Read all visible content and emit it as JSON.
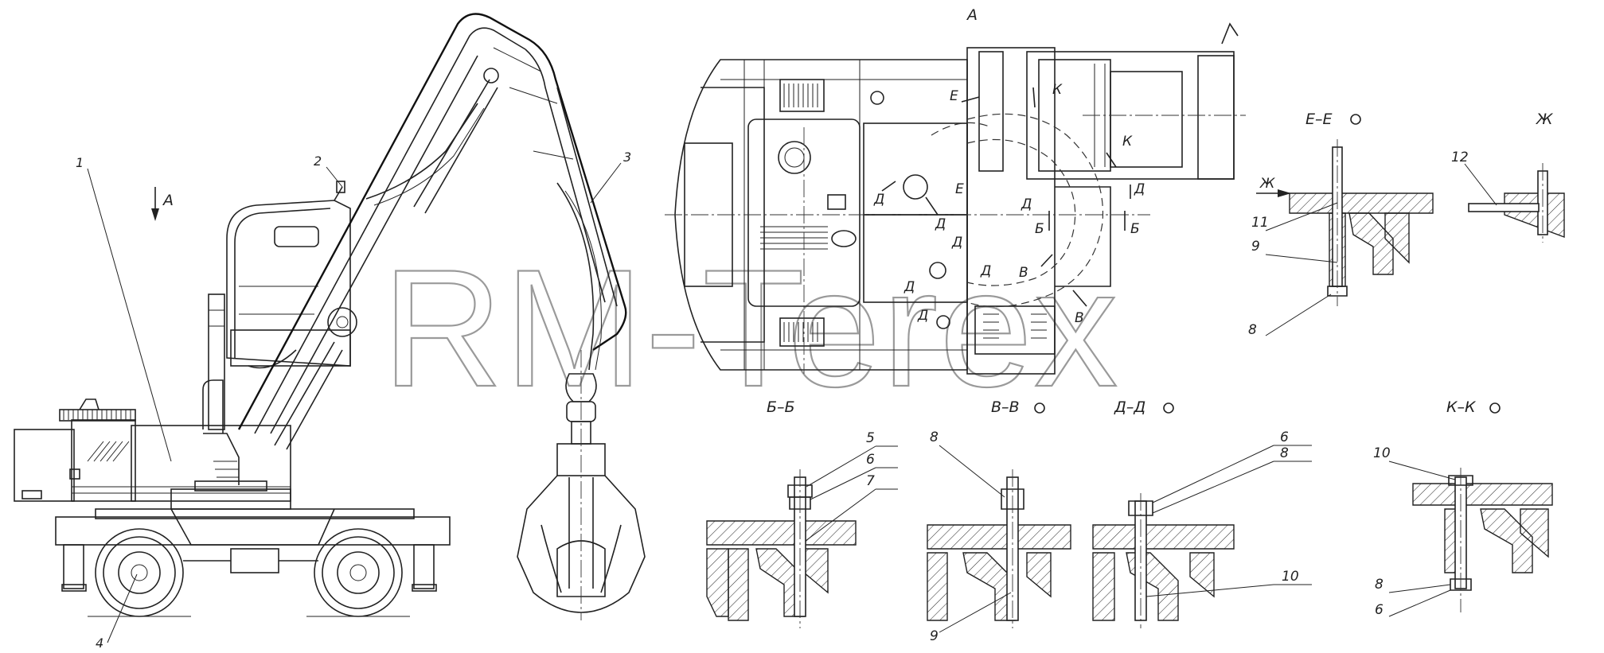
{
  "view_a_title": "А",
  "arrow_a_label": "А",
  "watermark": "RM-Terex",
  "callouts_side": [
    "1",
    "2",
    "3",
    "4"
  ],
  "cut_marks": {
    "e": "Е",
    "k": "К",
    "d": "Д",
    "b": "Б",
    "v": "В"
  },
  "sections": {
    "ee": {
      "title": "Е–Е",
      "labels": [
        "11",
        "9",
        "8"
      ]
    },
    "zh": {
      "title": "Ж",
      "arrow": "Ж",
      "labels": [
        "12"
      ]
    },
    "bb": {
      "title": "Б–Б",
      "labels": [
        "5",
        "6",
        "7"
      ]
    },
    "vv": {
      "title": "В–В",
      "labels": [
        "8",
        "9"
      ]
    },
    "dd": {
      "title": "Д–Д",
      "labels": [
        "6",
        "8",
        "10"
      ]
    },
    "kk": {
      "title": "К–К",
      "labels": [
        "10",
        "8",
        "6"
      ]
    }
  }
}
